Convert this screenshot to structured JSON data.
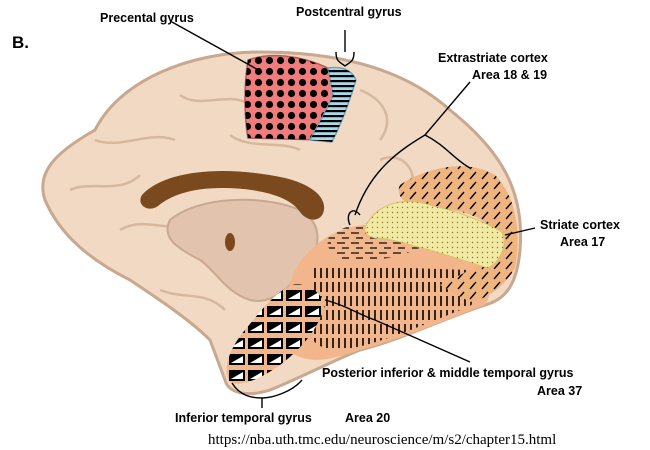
{
  "panel_label": "B.",
  "labels": {
    "precentral": "Precental gyrus",
    "postcentral": "Postcentral gyrus",
    "extrastriate_line1": "Extrastriate cortex",
    "extrastriate_line2": "Area 18 & 19",
    "striate_line1": "Striate cortex",
    "striate_line2": "Area 17",
    "temporal_line1": "Posterior inferior & middle temporal gyrus",
    "temporal_line2": "Area 37",
    "inferior_temporal": "Inferior temporal gyrus",
    "area20": "Area 20"
  },
  "source_url": "https://nba.uth.tmc.edu/neuroscience/m/s2/chapter15.html",
  "colors": {
    "brain": "#f1d9c3",
    "brain_outline": "#c8a88e",
    "corpus_callosum": "#7a4a1e",
    "thalamus": "#e2c3ae",
    "precentral": "#f07c7c",
    "postcentral": "#a9d8ea",
    "extrastriate": "#f0b47f",
    "striate": "#f2eaa4",
    "area37": "#f3b68c",
    "area20": "#f3b68c"
  }
}
